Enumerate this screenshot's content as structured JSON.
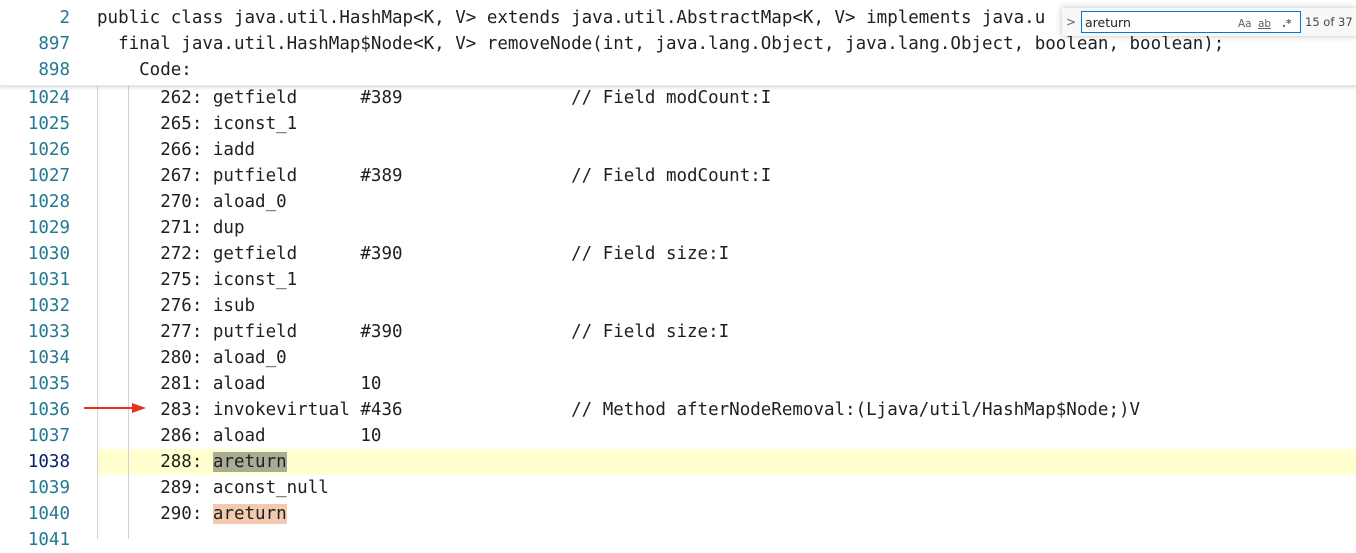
{
  "sticky": [
    {
      "ln": "2",
      "code": "public class java.util.HashMap<K, V> extends java.util.AbstractMap<K, V> implements java.u"
    },
    {
      "ln": "897",
      "code": "  final java.util.HashMap$Node<K, V> removeNode(int, java.lang.Object, java.lang.Object, boolean, boolean);"
    },
    {
      "ln": "898",
      "code": "    Code:"
    }
  ],
  "lines": [
    {
      "ln": "1024",
      "code": "      262: getfield      #389                // Field modCount:I"
    },
    {
      "ln": "1025",
      "code": "      265: iconst_1"
    },
    {
      "ln": "1026",
      "code": "      266: iadd"
    },
    {
      "ln": "1027",
      "code": "      267: putfield      #389                // Field modCount:I"
    },
    {
      "ln": "1028",
      "code": "      270: aload_0"
    },
    {
      "ln": "1029",
      "code": "      271: dup"
    },
    {
      "ln": "1030",
      "code": "      272: getfield      #390                // Field size:I"
    },
    {
      "ln": "1031",
      "code": "      275: iconst_1"
    },
    {
      "ln": "1032",
      "code": "      276: isub"
    },
    {
      "ln": "1033",
      "code": "      277: putfield      #390                // Field size:I"
    },
    {
      "ln": "1034",
      "code": "      280: aload_0"
    },
    {
      "ln": "1035",
      "code": "      281: aload         10"
    },
    {
      "ln": "1036",
      "code": "      283: invokevirtual #436                // Method afterNodeRemoval:(Ljava/util/HashMap$Node;)V"
    },
    {
      "ln": "1037",
      "code": "      286: aload         10"
    },
    {
      "ln": "1038",
      "prefix": "      288: ",
      "match": "areturn",
      "match_type": "current"
    },
    {
      "ln": "1039",
      "code": "      289: aconst_null"
    },
    {
      "ln": "1040",
      "prefix": "      290: ",
      "match": "areturn",
      "match_type": "other"
    }
  ],
  "partial_line_number": "1041",
  "find": {
    "query": "areturn",
    "match_case_label": "Aa",
    "whole_word_label": "ab",
    "regex_label": ".*",
    "count": "15 of 37",
    "toggle_glyph": ">"
  },
  "colors": {
    "current_line": "#ffffd0",
    "current_match": "#a8ac94",
    "other_match": "#f3c9b0",
    "line_number": "#237893",
    "arrow": "#e8321f"
  }
}
